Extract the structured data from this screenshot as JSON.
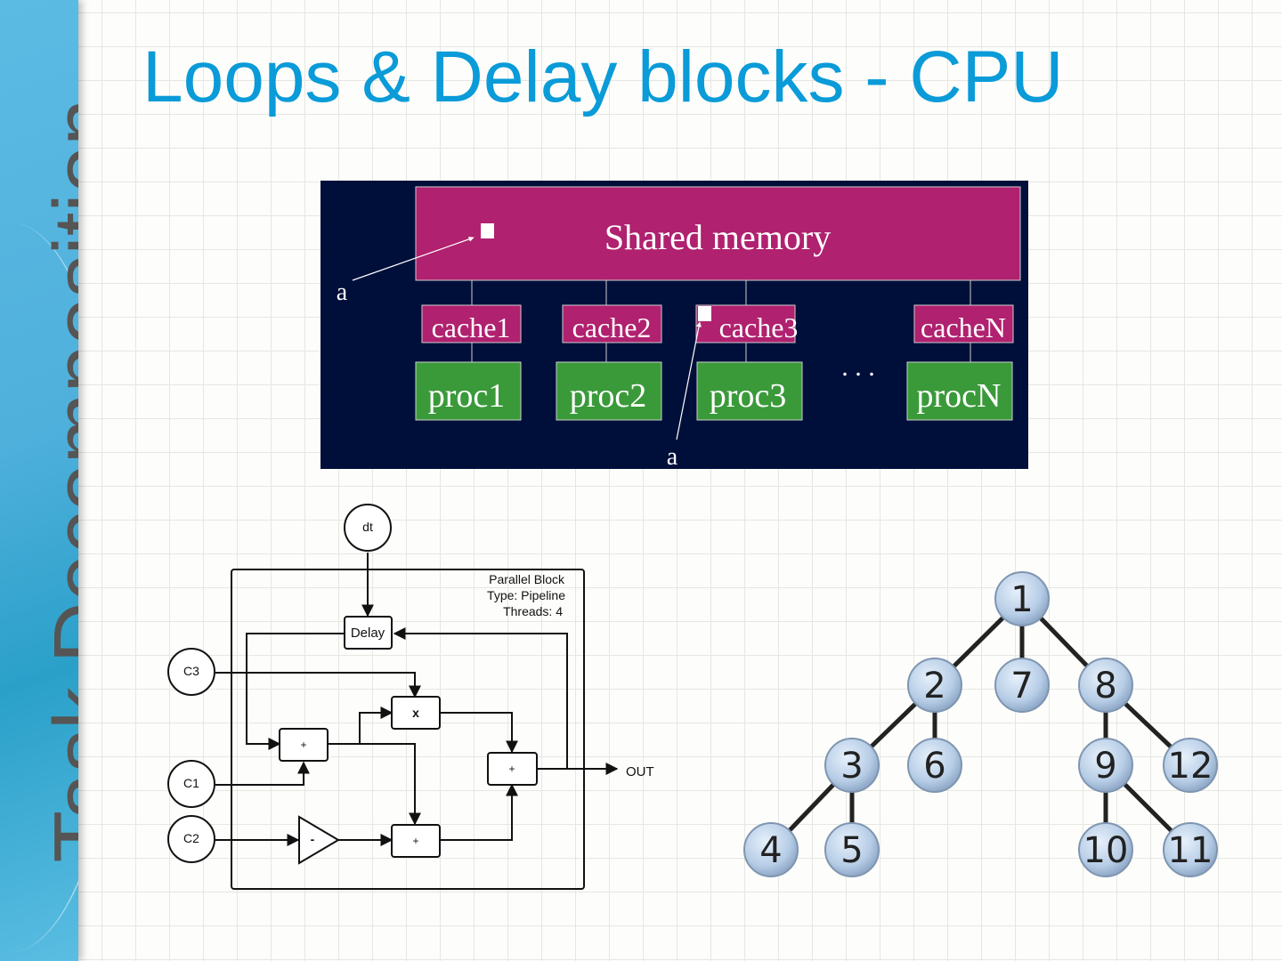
{
  "slide": {
    "title": "Loops & Delay blocks - CPU",
    "sidebar_title": "Task Decomposition",
    "colors": {
      "title": "#0a9bd8",
      "sidebar": "#4fb0dc",
      "memory": "#b0216f",
      "proc": "#3a9a3a",
      "diagram_bg": "#000f3a"
    }
  },
  "cpu_diagram": {
    "shared_memory": "Shared memory",
    "caches": [
      "cache1",
      "cache2",
      "cache3",
      "cacheN"
    ],
    "procs": [
      "proc1",
      "proc2",
      "proc3",
      "procN"
    ],
    "ellipsis": ". . .",
    "label_a_top": "a",
    "label_a_bottom": "a"
  },
  "block_diagram": {
    "inputs": {
      "dt": "dt",
      "c3": "C3",
      "c1": "C1",
      "c2": "C2"
    },
    "delay": "Delay",
    "mult": "x",
    "add1": "+",
    "add2": "+",
    "add3": "+",
    "neg": "-",
    "output": "OUT",
    "block_info": [
      "Parallel Block",
      "Type: Pipeline",
      "Threads: 4"
    ]
  },
  "tree": {
    "nodes": [
      "1",
      "2",
      "7",
      "8",
      "3",
      "6",
      "9",
      "12",
      "4",
      "5",
      "10",
      "11"
    ]
  }
}
